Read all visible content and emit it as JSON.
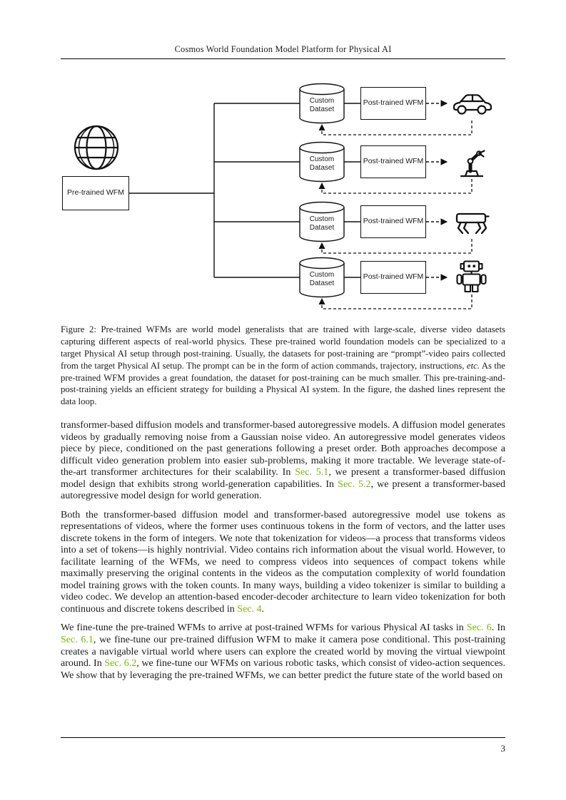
{
  "accent_color": "#76b900",
  "header": {
    "title": "Cosmos World Foundation Model Platform for Physical AI"
  },
  "figure": {
    "pretrained_label": "Pre-trained WFM",
    "rows": [
      {
        "dataset": "Custom Dataset",
        "model": "Post-trained WFM",
        "target": "car"
      },
      {
        "dataset": "Custom Dataset",
        "model": "Post-trained WFM",
        "target": "robot-arm"
      },
      {
        "dataset": "Custom Dataset",
        "model": "Post-trained WFM",
        "target": "quadruped-robot"
      },
      {
        "dataset": "Custom Dataset",
        "model": "Post-trained WFM",
        "target": "humanoid-robot"
      }
    ],
    "caption": [
      {
        "t": "Figure 2: Pre-trained WFMs are world model generalists that are trained with large-scale, diverse video datasets capturing different aspects of real-world physics. These pre-trained world foundation models can be specialized to a target Physical AI setup through post-training. Usually, the datasets for post-training are “prompt”-video pairs collected from the target Physical AI setup. The prompt can be in the form of action commands, trajectory, instructions, "
      },
      {
        "t": "etc.",
        "italic": true
      },
      {
        "t": " As the pre-trained WFM provides a great foundation, the dataset for post-training can be much smaller. This pre-training-and-post-training yields an efficient strategy for building a Physical AI system. In the figure, the dashed lines represent the data loop."
      }
    ]
  },
  "paragraphs": [
    [
      {
        "t": "transformer-based diffusion models and transformer-based autoregressive models. A diffusion model generates videos by gradually removing noise from a Gaussian noise video. An autoregressive model generates videos piece by piece, conditioned on the past generations following a preset order. Both approaches decompose a difficult video generation problem into easier sub-problems, making it more tractable. We leverage state-of-the-art transformer architectures for their scalability. In "
      },
      {
        "t": "Sec. 5.1",
        "link": true
      },
      {
        "t": ", we present a transformer-based diffusion model design that exhibits strong world-generation capabilities. In "
      },
      {
        "t": "Sec. 5.2",
        "link": true
      },
      {
        "t": ", we present a transformer-based autoregressive model design for world generation."
      }
    ],
    [
      {
        "t": "Both the transformer-based diffusion model and transformer-based autoregressive model use tokens as representations of videos, where the former uses continuous tokens in the form of vectors, and the latter uses discrete tokens in the form of integers. We note that tokenization for videos—a process that transforms videos into a set of tokens—is highly nontrivial. Video contains rich information about the visual world. However, to facilitate learning of the WFMs, we need to compress videos into sequences of compact tokens while maximally preserving the original contents in the videos as the computation complexity of world foundation model training grows with the token counts. In many ways, building a video tokenizer is similar to building a video codec. We develop an attention-based encoder-decoder architecture to learn video tokenization for both continuous and discrete tokens described in "
      },
      {
        "t": "Sec. 4",
        "link": true
      },
      {
        "t": "."
      }
    ],
    [
      {
        "t": "We fine-tune the pre-trained WFMs to arrive at post-trained WFMs for various Physical AI tasks in "
      },
      {
        "t": "Sec. 6",
        "link": true
      },
      {
        "t": ". In "
      },
      {
        "t": "Sec. 6.1",
        "link": true
      },
      {
        "t": ", we fine-tune our pre-trained diffusion WFM to make it camera pose conditional. This post-training creates a navigable virtual world where users can explore the created world by moving the virtual viewpoint around. In "
      },
      {
        "t": "Sec. 6.2",
        "link": true
      },
      {
        "t": ", we fine-tune our WFMs on various robotic tasks, which consist of video-action sequences. We show that by leveraging the pre-trained WFMs, we can better predict the future state of the world based on"
      }
    ]
  ],
  "footer": {
    "page_number": "3"
  }
}
